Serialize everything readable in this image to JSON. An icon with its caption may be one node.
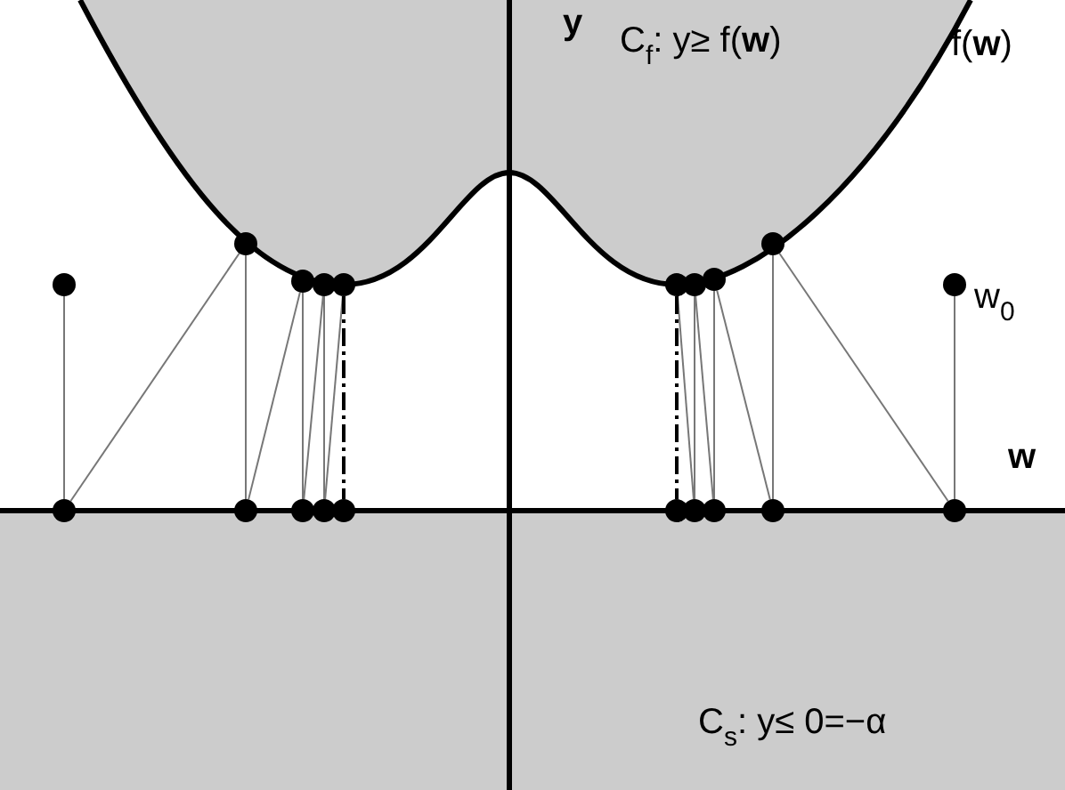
{
  "diagram": {
    "nodes": [
      {
        "text": [],
        "shape": "circle"
      },
      {
        "text": [],
        "shape": "circle"
      },
      {
        "text": [],
        "shape": "circle"
      },
      {
        "text": [],
        "shape": "circle"
      },
      {
        "text": [],
        "shape": "circle"
      },
      {
        "text": [],
        "shape": "circle"
      },
      {
        "text": [],
        "shape": "circle"
      },
      {
        "text": [],
        "shape": "circle"
      },
      {
        "text": [],
        "shape": "circle"
      },
      {
        "text": [],
        "shape": "circle"
      },
      {
        "text": [],
        "shape": "circle"
      },
      {
        "text": [],
        "shape": "circle"
      },
      {
        "text": [],
        "shape": "circle"
      },
      {
        "text": [],
        "shape": "circle"
      },
      {
        "text": [],
        "shape": "circle",
        "beside": [
          "w$_{0}$"
        ]
      },
      {
        "text": [],
        "shape": "circle"
      },
      {
        "text": [],
        "shape": "circle"
      },
      {
        "text": [],
        "shape": "circle"
      },
      {
        "text": [],
        "shape": "circle"
      },
      {
        "text": [],
        "shape": "circle"
      }
    ],
    "edges": [
      {
        "from": 0,
        "to": 5,
        "arrow": "none"
      },
      {
        "from": 5,
        "to": 1,
        "arrow": "none"
      },
      {
        "from": 1,
        "to": 6,
        "arrow": "none"
      },
      {
        "from": 6,
        "to": 2,
        "arrow": "none"
      },
      {
        "from": 2,
        "to": 7,
        "arrow": "none"
      },
      {
        "from": 7,
        "to": 3,
        "arrow": "none"
      },
      {
        "from": 3,
        "to": 8,
        "arrow": "none"
      },
      {
        "from": 8,
        "to": 4,
        "arrow": "none"
      },
      {
        "from": 4,
        "to": 9,
        "arrow": "none",
        "style": "dashed",
        "color": "#000000"
      },
      {
        "from": 14,
        "to": 19,
        "arrow": "none"
      },
      {
        "from": 19,
        "to": 13,
        "arrow": "none"
      },
      {
        "from": 13,
        "to": 18,
        "arrow": "none"
      },
      {
        "from": 18,
        "to": 12,
        "arrow": "none"
      },
      {
        "from": 12,
        "to": 17,
        "arrow": "none"
      },
      {
        "from": 17,
        "to": 11,
        "arrow": "none"
      },
      {
        "from": 11,
        "to": 16,
        "arrow": "none"
      },
      {
        "from": 16,
        "to": 10,
        "arrow": "none"
      },
      {
        "from": 10,
        "to": 15,
        "arrow": "none",
        "style": "dashed",
        "color": "#000000"
      }
    ],
    "labels": [
      "y",
      "C$_{f}$: y≥ f(**w**)",
      "f(**w**)",
      "w",
      "C$_{s}$: y≤ 0=−α"
    ]
  }
}
